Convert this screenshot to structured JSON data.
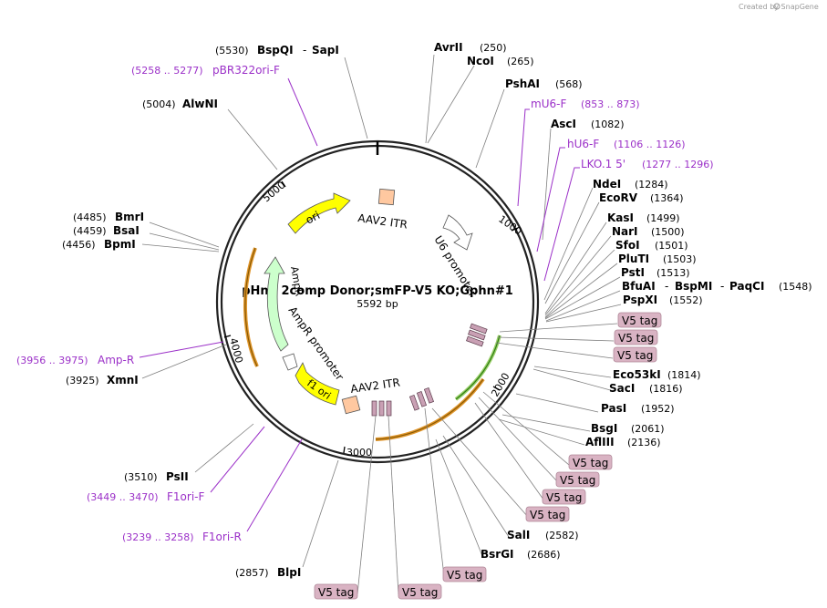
{
  "credit": "Created by SnapGene",
  "plasmid": {
    "name": "pHnS 2comp Donor;smFP-V5 KO;Gphn#1",
    "size": "5592 bp"
  },
  "ticks": [
    "1000",
    "2000",
    "3000",
    "4000",
    "5000"
  ],
  "features": {
    "aav2_itr_top": "AAV2 ITR",
    "u6_promoter": "U6 promoter",
    "ori": "ori",
    "ampr": "AmpR",
    "ampr_promoter": "AmpR promoter",
    "f1_ori": "f1 ori",
    "aav2_itr_bottom": "AAV2 ITR"
  },
  "enzymes": [
    {
      "name": "BspQI",
      "extra": "SapI",
      "pos": "(5530)"
    },
    {
      "name": "AlwNI",
      "pos": "(5004)"
    },
    {
      "name": "BmrI",
      "pos": "(4485)"
    },
    {
      "name": "BsaI",
      "pos": "(4459)"
    },
    {
      "name": "BpmI",
      "pos": "(4456)"
    },
    {
      "name": "XmnI",
      "pos": "(3925)"
    },
    {
      "name": "PsII",
      "pos": "(3510)"
    },
    {
      "name": "BlpI",
      "pos": "(2857)"
    },
    {
      "name": "AvrII",
      "pos": "(250)"
    },
    {
      "name": "NcoI",
      "pos": "(265)"
    },
    {
      "name": "PshAI",
      "pos": "(568)"
    },
    {
      "name": "AscI",
      "pos": "(1082)"
    },
    {
      "name": "NdeI",
      "pos": "(1284)"
    },
    {
      "name": "EcoRV",
      "pos": "(1364)"
    },
    {
      "name": "KasI",
      "pos": "(1499)"
    },
    {
      "name": "NarI",
      "pos": "(1500)"
    },
    {
      "name": "SfoI",
      "pos": "(1501)"
    },
    {
      "name": "PluTI",
      "pos": "(1503)"
    },
    {
      "name": "PstI",
      "pos": "(1513)"
    },
    {
      "name": "BfuAI",
      "extra": "BspMI",
      "extra2": "PaqCI",
      "pos": "(1548)"
    },
    {
      "name": "PspXI",
      "pos": "(1552)"
    },
    {
      "name": "Eco53kI",
      "pos": "(1814)"
    },
    {
      "name": "SacI",
      "pos": "(1816)"
    },
    {
      "name": "PasI",
      "pos": "(1952)"
    },
    {
      "name": "BsgI",
      "pos": "(2061)"
    },
    {
      "name": "AflIII",
      "pos": "(2136)"
    },
    {
      "name": "SalI",
      "pos": "(2582)"
    },
    {
      "name": "BsrGI",
      "pos": "(2686)"
    }
  ],
  "primers": [
    {
      "name": "pBR322ori-F",
      "range": "(5258 .. 5277)"
    },
    {
      "name": "Amp-R",
      "range": "(3956 .. 3975)"
    },
    {
      "name": "F1ori-F",
      "range": "(3449 .. 3470)"
    },
    {
      "name": "F1ori-R",
      "range": "(3239 .. 3258)"
    },
    {
      "name": "mU6-F",
      "range": "(853 .. 873)"
    },
    {
      "name": "hU6-F",
      "range": "(1106 .. 1126)"
    },
    {
      "name": "LKO.1 5'",
      "range": "(1277 .. 1296)"
    }
  ],
  "tags": [
    "V5 tag",
    "V5 tag",
    "V5 tag",
    "V5 tag",
    "V5 tag",
    "V5 tag",
    "V5 tag",
    "V5 tag",
    "V5 tag",
    "V5 tag"
  ],
  "colors": {
    "backbone": "#333333",
    "primer": "#9b30c8",
    "tag_fill": "#d9b3c3",
    "ori": "#ffff00",
    "ampr": "#ccffcc",
    "itr": "#ffc8a0",
    "orange_arc": "#e0962d",
    "green_arc": "#5aa02c"
  }
}
